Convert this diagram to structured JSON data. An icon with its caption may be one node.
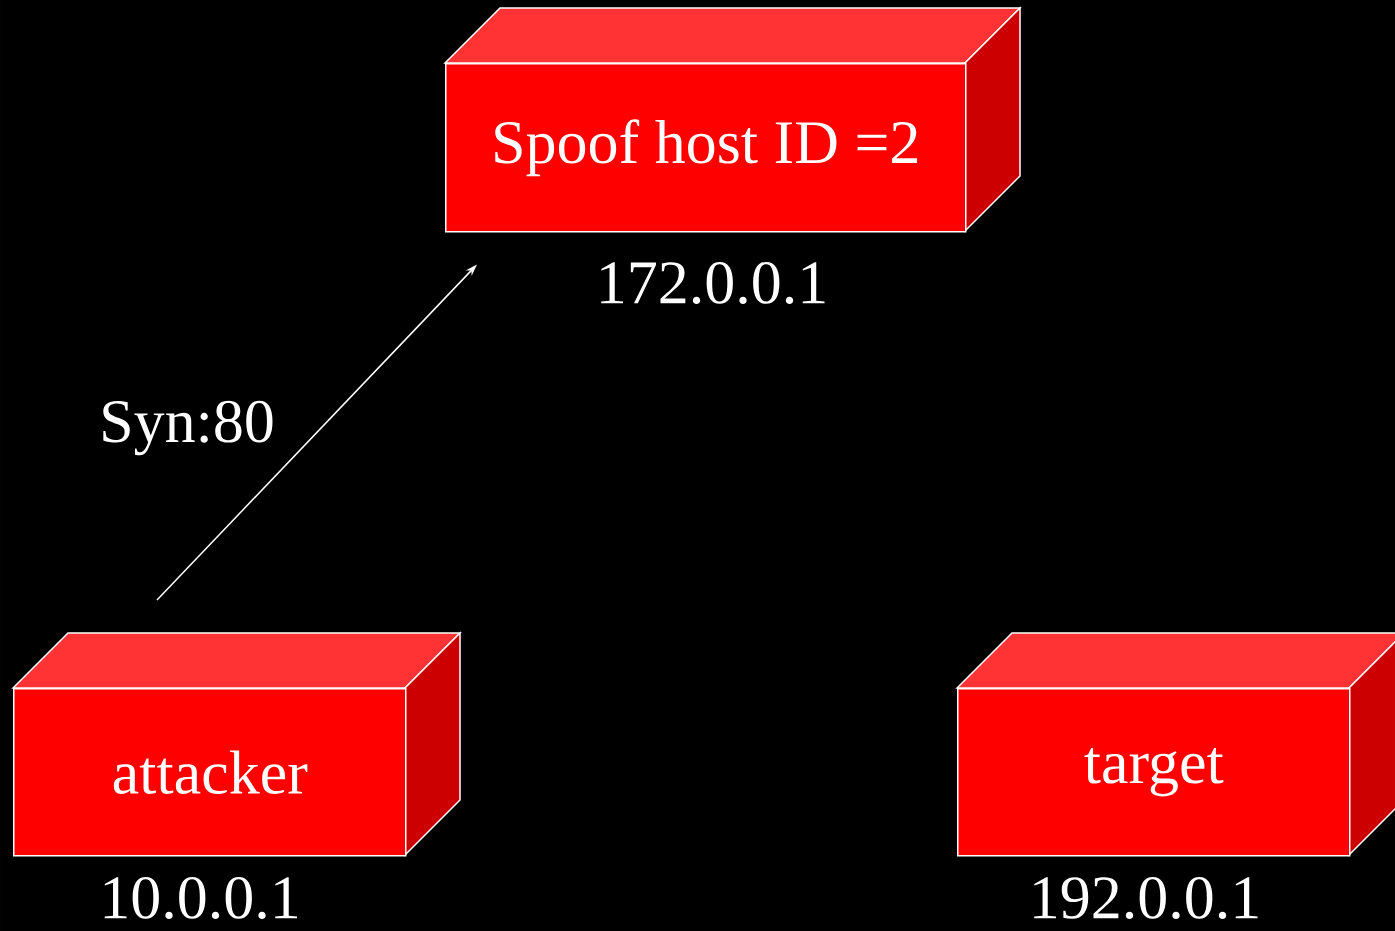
{
  "diagram": {
    "nodes": [
      {
        "text": [
          "Spoof host ID =2"
        ],
        "beside": [
          "172.0.0.1"
        ]
      },
      {
        "text": [
          "attacker"
        ],
        "beside": [
          "10.0.0.1"
        ]
      },
      {
        "text": [
          "target"
        ],
        "beside": [
          "192.0.0.1"
        ]
      }
    ],
    "edges": [
      {
        "from": 1,
        "to": 0,
        "arrow": "to",
        "label": "Syn:80"
      }
    ]
  }
}
